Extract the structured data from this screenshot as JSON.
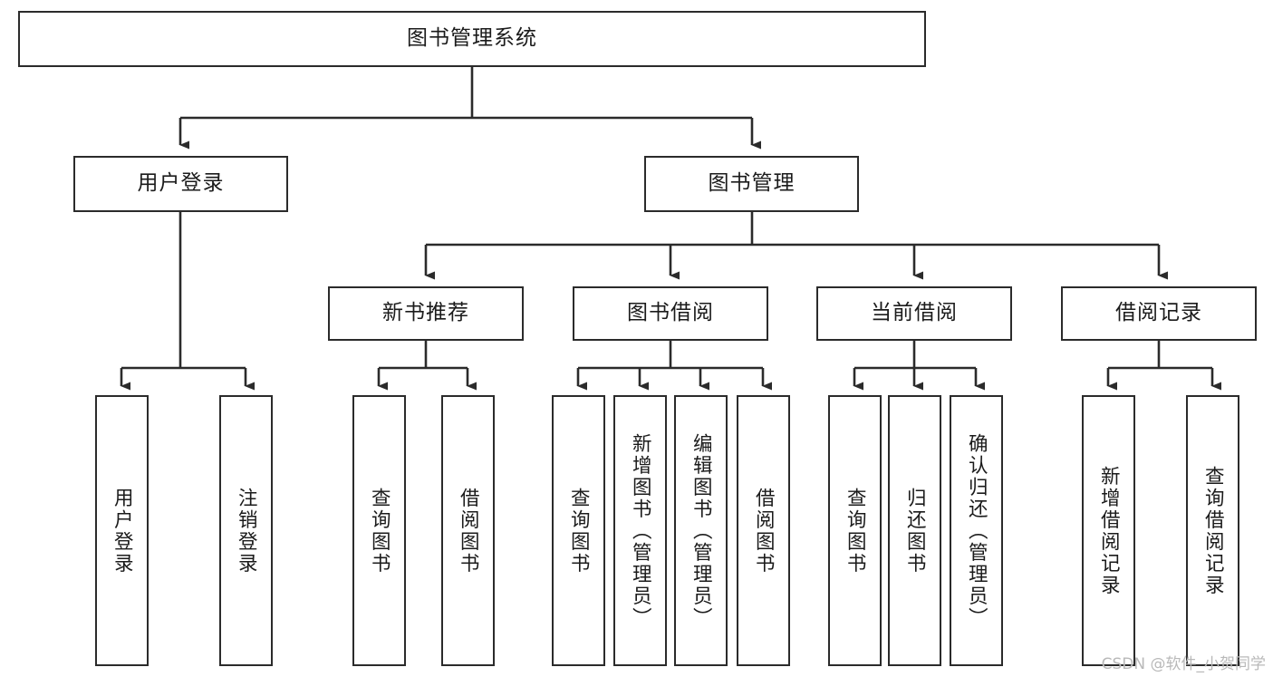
{
  "diagram": {
    "title": "图书管理系统",
    "type": "tree",
    "background_color": "#ffffff",
    "line_color": "#2b2b2b",
    "text_color": "#1b1b1b",
    "levels": 4,
    "root": {
      "id": "root",
      "label": "图书管理系统",
      "orientation": "horizontal"
    },
    "level2": [
      {
        "id": "user-login",
        "label": "用户登录",
        "orientation": "horizontal"
      },
      {
        "id": "book-management",
        "label": "图书管理",
        "orientation": "horizontal"
      }
    ],
    "level3": [
      {
        "id": "new-book-recommend",
        "label": "新书推荐",
        "orientation": "horizontal",
        "parent": "book-management"
      },
      {
        "id": "book-borrow",
        "label": "图书借阅",
        "orientation": "horizontal",
        "parent": "book-management"
      },
      {
        "id": "current-borrow",
        "label": "当前借阅",
        "orientation": "horizontal",
        "parent": "book-management"
      },
      {
        "id": "borrow-record",
        "label": "借阅记录",
        "orientation": "horizontal",
        "parent": "book-management"
      }
    ],
    "leaves": [
      {
        "id": "leaf-user-login",
        "label": "用户登录",
        "orientation": "vertical",
        "parent": "user-login"
      },
      {
        "id": "leaf-logout-login",
        "label": "注销登录",
        "orientation": "vertical",
        "parent": "user-login"
      },
      {
        "id": "leaf-query-book-1",
        "label": "查询图书",
        "orientation": "vertical",
        "parent": "new-book-recommend"
      },
      {
        "id": "leaf-borrow-book-1",
        "label": "借阅图书",
        "orientation": "vertical",
        "parent": "new-book-recommend"
      },
      {
        "id": "leaf-query-book-2",
        "label": "查询图书",
        "orientation": "vertical",
        "parent": "book-borrow"
      },
      {
        "id": "leaf-add-book-admin",
        "label": "新增图书（管理员）",
        "orientation": "vertical",
        "parent": "book-borrow"
      },
      {
        "id": "leaf-edit-book-admin",
        "label": "编辑图书（管理员）",
        "orientation": "vertical",
        "parent": "book-borrow"
      },
      {
        "id": "leaf-borrow-book-2",
        "label": "借阅图书",
        "orientation": "vertical",
        "parent": "book-borrow"
      },
      {
        "id": "leaf-query-book-3",
        "label": "查询图书",
        "orientation": "vertical",
        "parent": "current-borrow"
      },
      {
        "id": "leaf-return-book",
        "label": "归还图书",
        "orientation": "vertical",
        "parent": "current-borrow"
      },
      {
        "id": "leaf-confirm-return-admin",
        "label": "确认归还（管理员）",
        "orientation": "vertical",
        "parent": "current-borrow"
      },
      {
        "id": "leaf-add-borrow-record",
        "label": "新增借阅记录",
        "orientation": "vertical",
        "parent": "borrow-record"
      },
      {
        "id": "leaf-query-borrow-record",
        "label": "查询借阅记录",
        "orientation": "vertical",
        "parent": "borrow-record"
      }
    ]
  },
  "watermark": {
    "text": "CSDN @软件_小贺同学"
  }
}
